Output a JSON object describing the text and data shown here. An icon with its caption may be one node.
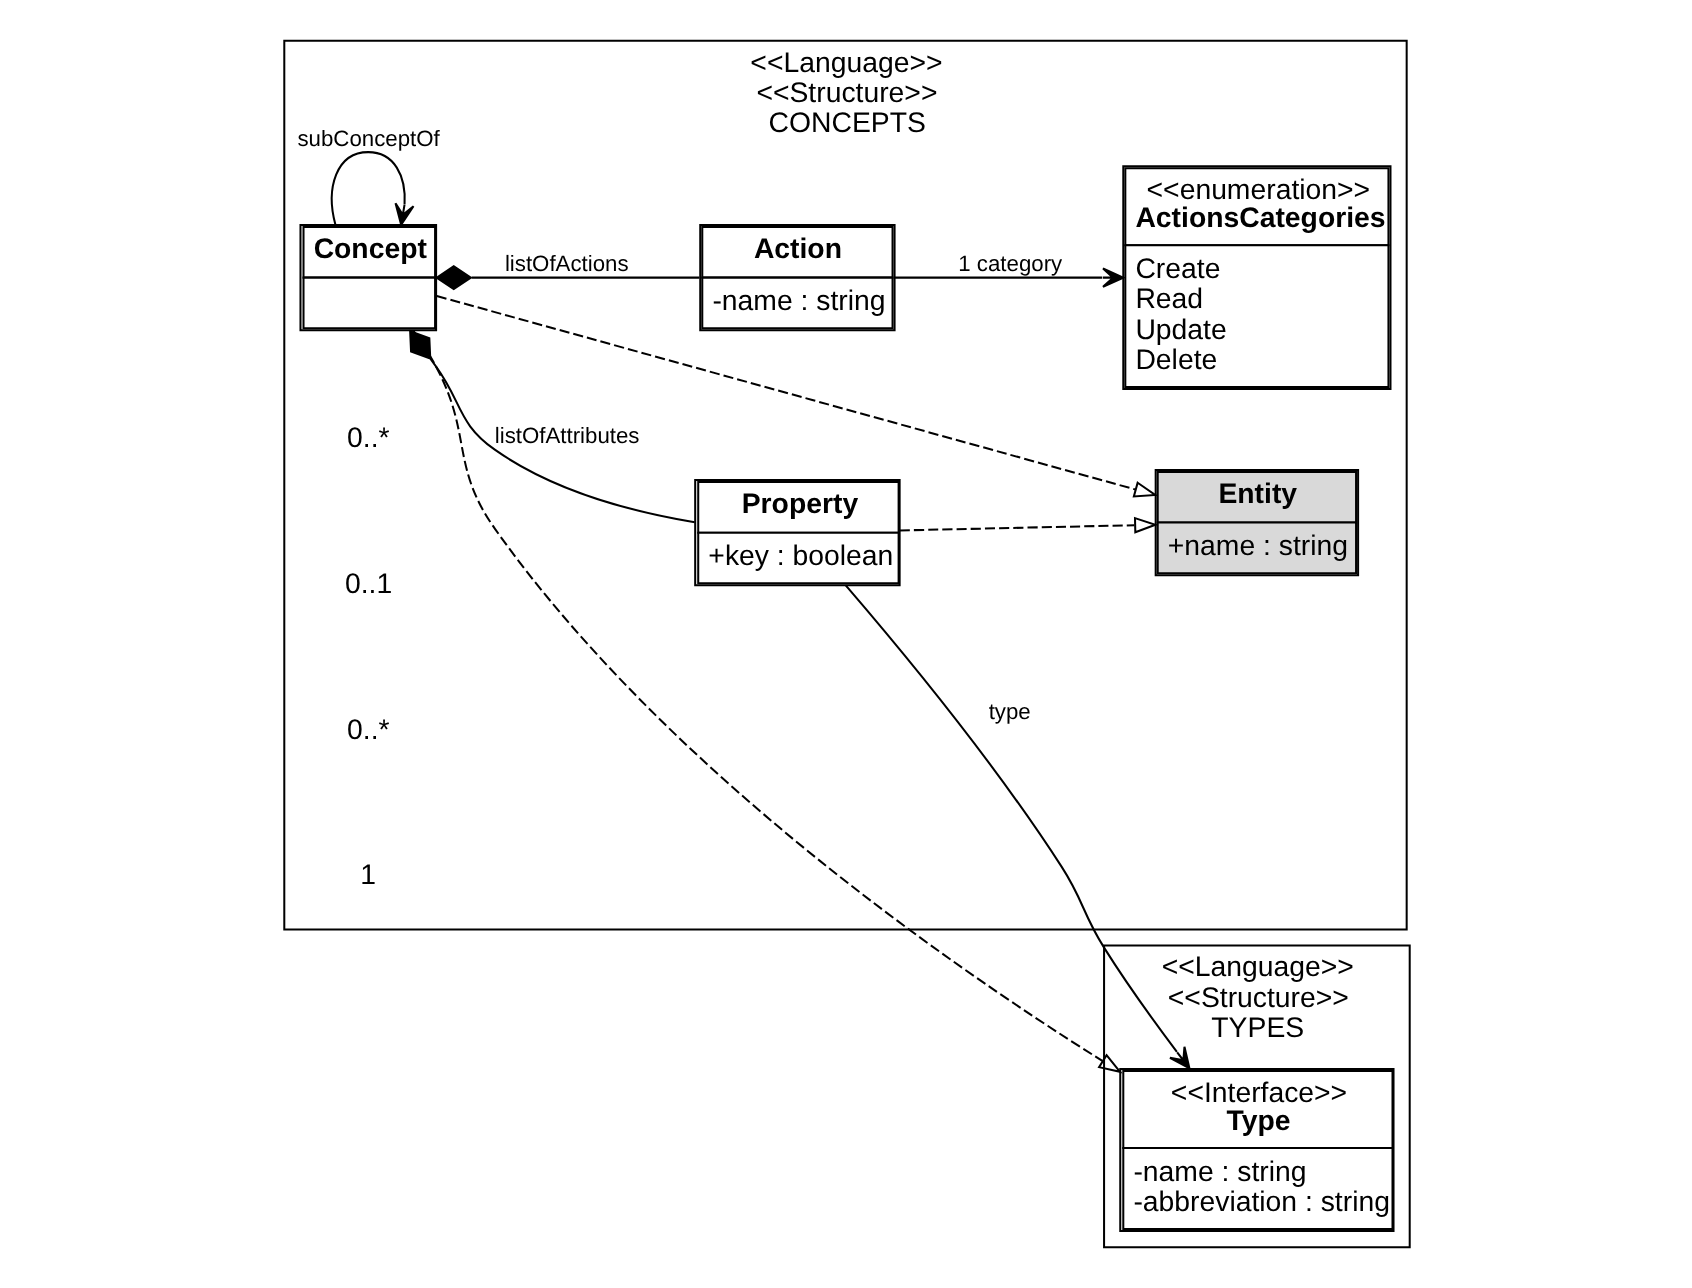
{
  "diagram": {
    "nodes": [
      {
        "text": [
          "<<Language>>",
          "<<Structure>>",
          "CONCEPTS"
        ]
      },
      {
        "text": [
          "<<Language>>",
          "<<Structure>>",
          "TYPES"
        ]
      },
      {
        "text": [
          "<<Interface>>",
          "Type",
          "-name : string",
          "-abbreviation : string"
        ],
        "in": 1
      },
      {
        "text": [
          "Action",
          "-name : string"
        ],
        "in": 0
      },
      {
        "text": [
          "<<enumeration>>",
          "ActionsCategories",
          "Create",
          "Read",
          "Update",
          "Delete"
        ],
        "in": 0
      },
      {
        "text": [
          "Concept"
        ],
        "in": 0
      },
      {
        "text": [
          "Entity",
          "+name : string"
        ],
        "in": 0
      },
      {
        "text": [
          "Property",
          "+key : boolean"
        ],
        "in": 0
      }
    ],
    "edges": [
      {
        "from": 3,
        "to": 4,
        "arrow": "to",
        "label": "1 category"
      },
      {
        "from": 5,
        "to": 3,
        "arrow": "other",
        "label": "listOfActions"
      },
      {
        "from": 5,
        "to": 2,
        "arrow": "to",
        "style": "dashed"
      },
      {
        "from": 5,
        "to": 6,
        "arrow": "to",
        "style": "dashed"
      },
      {
        "from": 5,
        "to": 5,
        "arrow": "to",
        "label": "subConceptOf"
      },
      {
        "from": 5,
        "to": 7,
        "arrow": "other",
        "label": "listOfAttributes"
      },
      {
        "from": 7,
        "to": 6,
        "arrow": "to",
        "style": "dashed"
      },
      {
        "from": 7,
        "to": 2,
        "arrow": "to",
        "label": "type"
      }
    ],
    "labels": [
      "0..*",
      "0..1",
      "0..*",
      "1"
    ]
  }
}
